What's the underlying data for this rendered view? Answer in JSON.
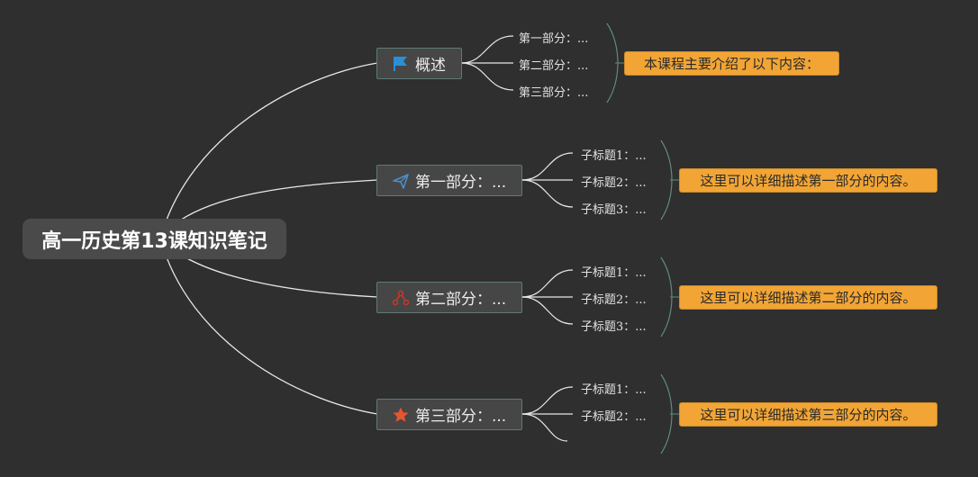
{
  "root": {
    "label": "高一历史第13课知识笔记"
  },
  "branches": [
    {
      "label": "概述",
      "icon": "flag-icon",
      "leaves": [
        "第一部分：...",
        "第二部分：...",
        "第三部分：..."
      ],
      "note": "本课程主要介绍了以下内容："
    },
    {
      "label": "第一部分：...",
      "icon": "paper-plane-icon",
      "leaves": [
        "子标题1：...",
        "子标题2：...",
        "子标题3：..."
      ],
      "note": "这里可以详细描述第一部分的内容。"
    },
    {
      "label": "第二部分：...",
      "icon": "people-network-icon",
      "leaves": [
        "子标题1：...",
        "子标题2：...",
        "子标题3：..."
      ],
      "note": "这里可以详细描述第二部分的内容。"
    },
    {
      "label": "第三部分：...",
      "icon": "star-icon",
      "leaves": [
        "子标题1：...",
        "子标题2：...",
        ""
      ],
      "note": "这里可以详细描述第三部分的内容。"
    }
  ],
  "colors": {
    "background": "#2f2f2f",
    "note": "#f2a535",
    "branch_border": "#5f7a72",
    "flag": "#2a8fd6",
    "plane": "#4a8fc8",
    "people": "#c0392b",
    "star": "#e8552f"
  }
}
